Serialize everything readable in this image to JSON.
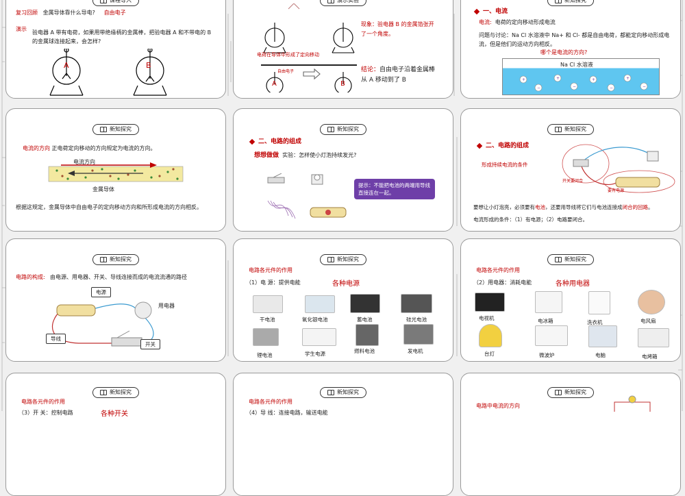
{
  "slide1": {
    "header": "课程导入",
    "review_label": "复习回顾",
    "review_question": "金属导体靠什么导电?",
    "review_answer": "自由电子",
    "demo_label": "演示",
    "demo_text": "验电器 A 带有电荷，如果用带绝缘柄的金属棒，把验电器 A 和不带电的 B 的金属球连接起来，会怎样?",
    "label_a": "A",
    "label_b": "B"
  },
  "slide2": {
    "header": "演示实验",
    "phenomenon": "现象：验电器 B 的金属箔张开了一个角度。",
    "flow_note": "电荷在导体中形成了定向移动",
    "electron_label": "自由电子",
    "conclusion_label": "结论：",
    "conclusion_text": "自由电子沿着金属棒从 A 移动到了 B",
    "label_a": "A",
    "label_b": "B"
  },
  "slide3": {
    "header": "新知探究",
    "section": "一、电流",
    "current_label": "电流:",
    "current_def": "电荷的定向移动形成电流",
    "discussion": "问题与讨论：Na Cl 水溶液中 Na+ 和 Cl- 都是自由电荷，都能定向移动形成电流，但是他们的运动方向相反。",
    "question": "哪个是电流的方向?",
    "solution_label": "Na Cl 水溶液"
  },
  "slide4": {
    "header": "新知探究",
    "dir_label": "电流的方向",
    "dir_def": "正电荷定向移动的方向规定为电流的方向。",
    "arrow_label": "电流方向",
    "conductor_label": "金属导体",
    "note": "根据这规定，金属导体中自由电子的定向移动方向和所形成电流的方向相反。"
  },
  "slide5": {
    "header": "新知探究",
    "section": "二、电路的组成",
    "think_label": "想想做做",
    "experiment": "实验：怎样使小灯泡持续发光?",
    "hint": "提示：不能把电池的两端用导线直接连在一起。"
  },
  "slide6": {
    "header": "新知探究",
    "section": "二、电路的组成",
    "condition_title": "形成持续电流的条件",
    "switch_closed": "开关要闭合",
    "need_power": "要有电源",
    "body_pre": "要想让小灯泡亮，必须要有",
    "body_power": "电池",
    "body_mid": "，还要用导线将它们与电池连接成",
    "body_closed": "闭合的回路",
    "body_end": "。",
    "conditions": "电流形成的条件：（1）有电源；（2）电路要闭合。"
  },
  "slide7": {
    "header": "新知探究",
    "comp_label": "电路的构成:",
    "comp_text": "由电源、用电器、开关、导线连接而成的电流流通的路径",
    "power": "电源",
    "appliance": "用电器",
    "wire": "导线",
    "switch": "开关"
  },
  "slide8": {
    "header": "新知探究",
    "title": "电路各元件的作用",
    "item": "（1）电 源：提供电能",
    "highlight": "各种电源",
    "sources": [
      "干电池",
      "氧化银电池",
      "蓄电池",
      "硅光电池",
      "锂电池",
      "学生电源",
      "燃料电池",
      "发电机"
    ]
  },
  "slide9": {
    "header": "新知探究",
    "title": "电路各元件的作用",
    "item": "（2）用电器：消耗电能",
    "highlight": "各种用电器",
    "appliances": [
      "电视机",
      "电冰箱",
      "洗衣机",
      "电风扇",
      "台灯",
      "微波炉",
      "电脑",
      "电烤箱"
    ]
  },
  "slide10": {
    "header": "新知探究",
    "title": "电路各元件的作用",
    "item": "（3）开 关：控制电路",
    "highlight": "各种开关"
  },
  "slide11": {
    "header": "新知探究",
    "title": "电路各元件的作用",
    "item": "（4）导 线：连接电路，输送电能"
  },
  "slide12": {
    "header": "新知探究",
    "title": "电路中电流的方向"
  },
  "colors": {
    "accent_red": "#c00000",
    "hint_purple": "#6e3fa8",
    "solution_blue": "#5fc6f0"
  }
}
